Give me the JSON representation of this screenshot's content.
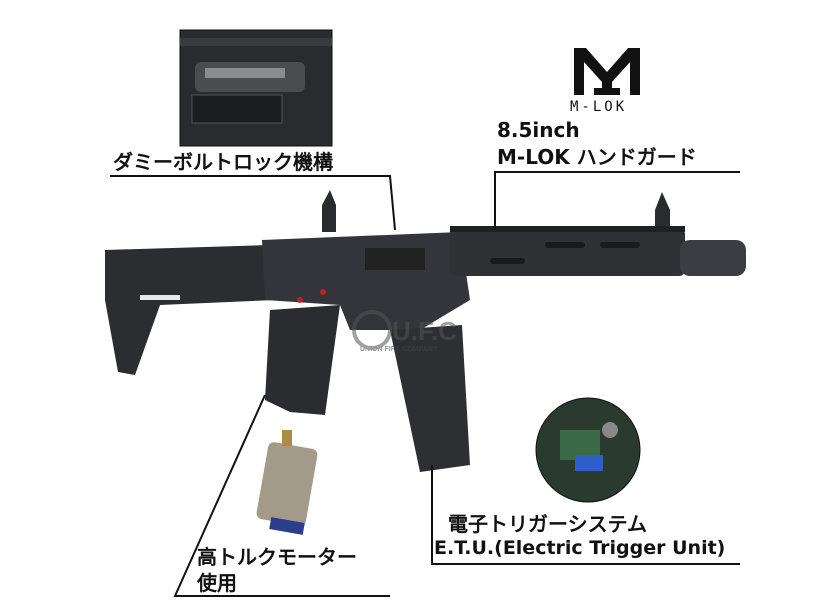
{
  "labels": {
    "bolt_lock": "ダミーボルトロック機構",
    "handguard_size": "8.5inch",
    "handguard": "M-LOK ハンドガード",
    "trigger_jp": "電子トリガーシステム",
    "trigger_en": "E.T.U.(Electric Trigger Unit)",
    "motor_line1": "高トルクモーター",
    "motor_line2": "使用"
  },
  "logos": {
    "mlok": "M-LOK",
    "watermark": "U.F.C",
    "watermark_sub": "UNION FIRE COMPANY"
  }
}
